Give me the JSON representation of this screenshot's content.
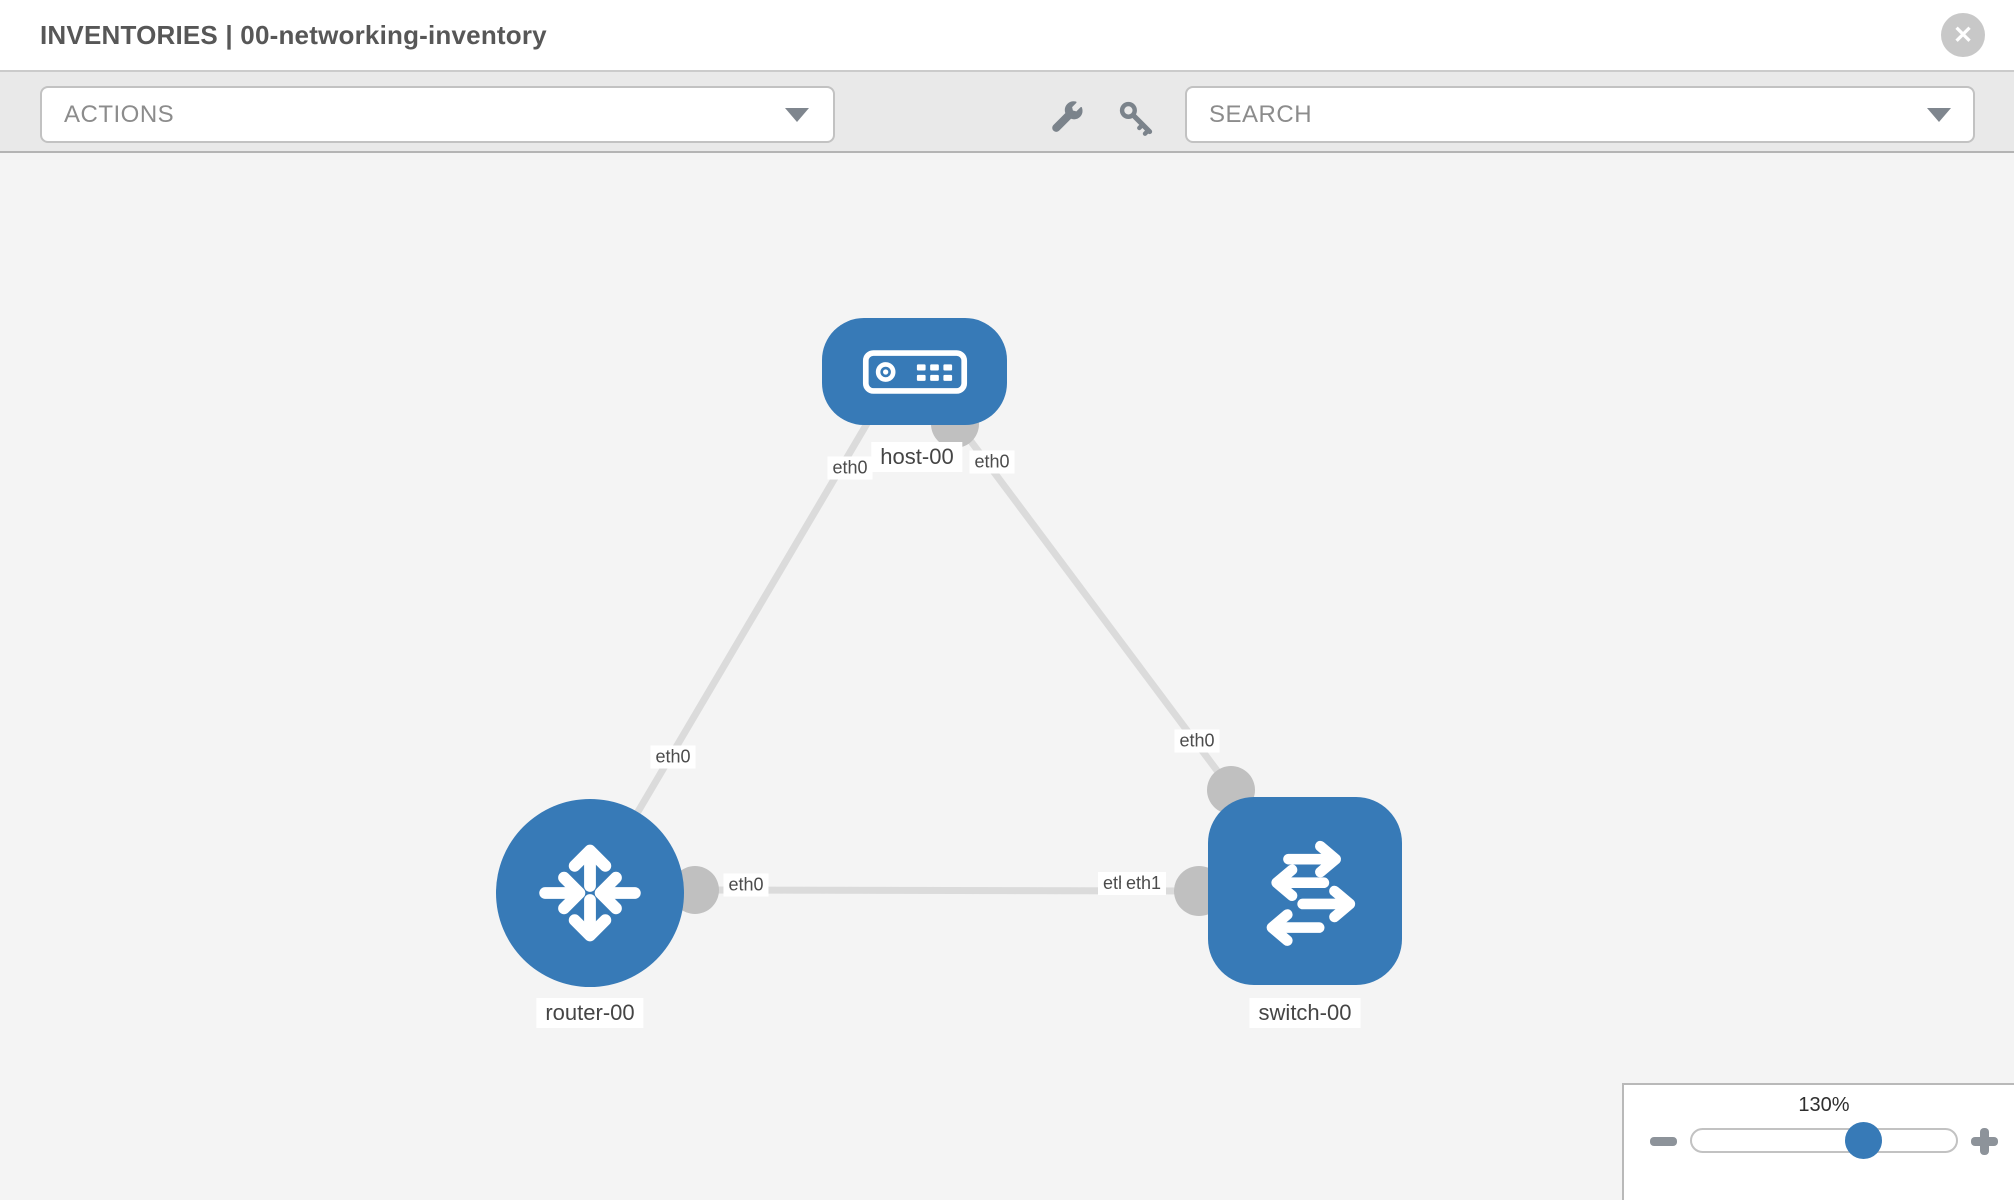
{
  "header": {
    "title": "INVENTORIES | 00-networking-inventory"
  },
  "toolbar": {
    "actions_label": "ACTIONS",
    "search_placeholder": "SEARCH"
  },
  "diagram": {
    "nodes": [
      {
        "id": "host-00",
        "label": "host-00",
        "type": "host",
        "icon": "server-icon"
      },
      {
        "id": "router-00",
        "label": "router-00",
        "type": "router",
        "icon": "router-arrows-icon"
      },
      {
        "id": "switch-00",
        "label": "switch-00",
        "type": "switch",
        "icon": "switch-arrows-icon"
      }
    ],
    "links": [
      {
        "source": "router-00",
        "target": "host-00",
        "source_interface": "eth0",
        "target_interface": "eth0"
      },
      {
        "source": "host-00",
        "target": "switch-00",
        "source_interface": "eth0",
        "target_interface": "eth0"
      },
      {
        "source": "router-00",
        "target": "switch-00",
        "source_interface": "eth0",
        "target_interface": "eth1",
        "target_interface_overlapped": "eth0"
      }
    ]
  },
  "zoom_control": {
    "level": "130%"
  },
  "colors": {
    "node_blue": "#377ab7",
    "link_gray": "#dbdbdb",
    "interface_dot_gray": "#c0c0c0",
    "canvas_bg": "#f4f4f4",
    "toolbar_bg": "#e9e9e9",
    "knob_blue": "#377ab7"
  }
}
